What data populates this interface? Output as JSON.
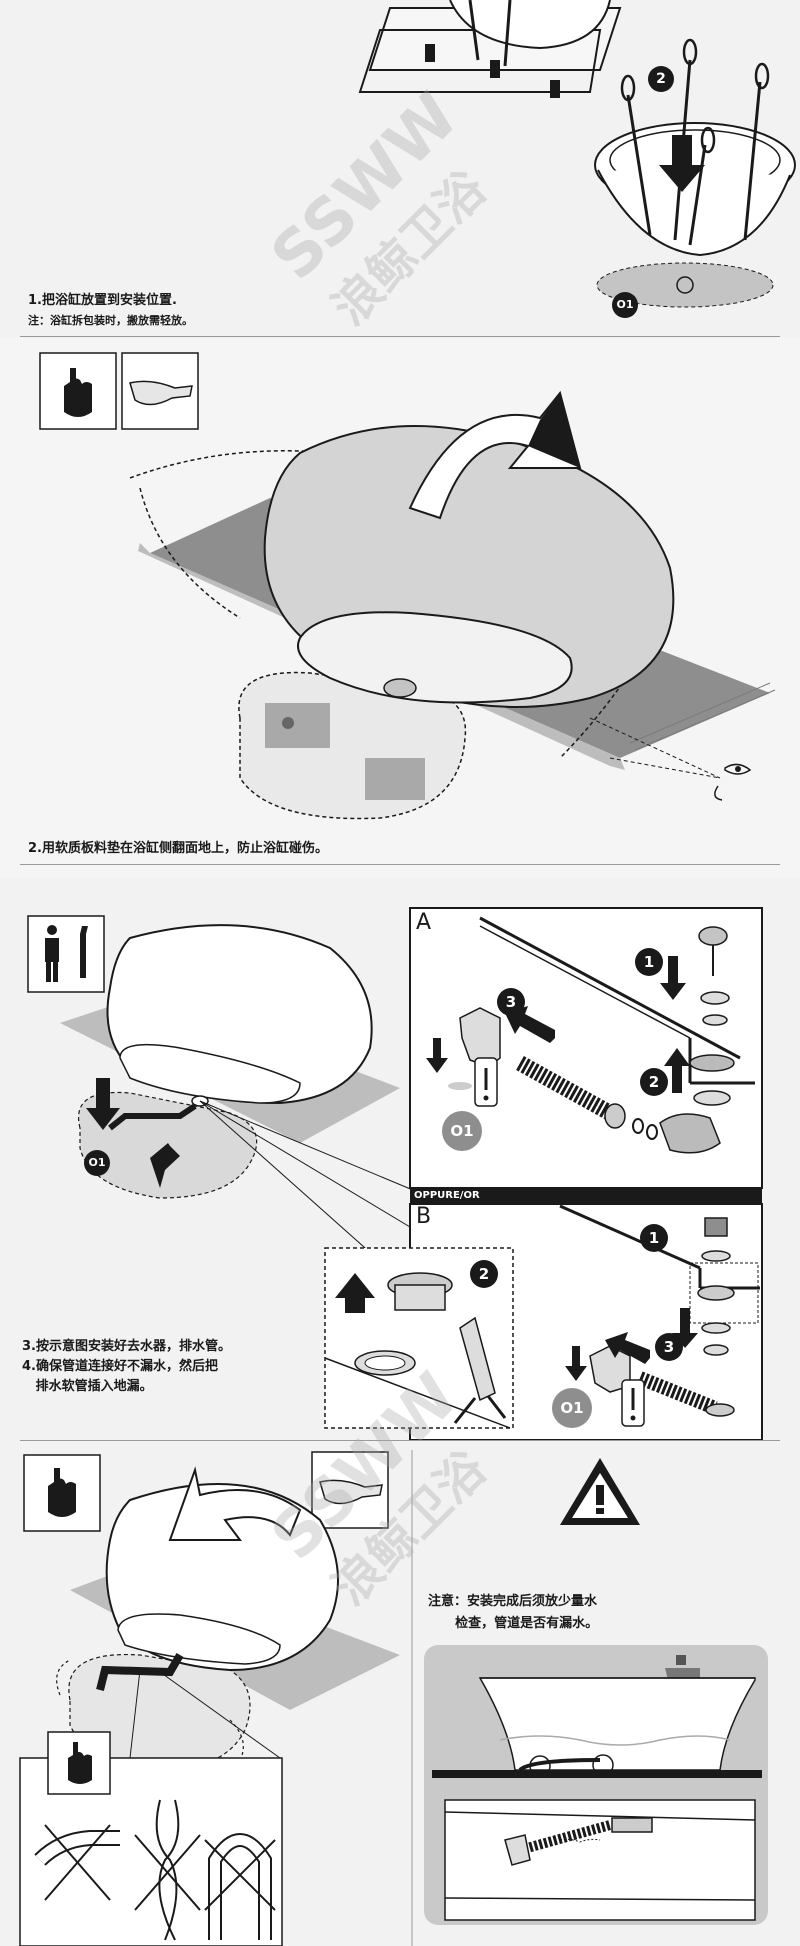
{
  "watermark": {
    "brand_latin": "SSWW",
    "brand_cn": "浪鲸卫浴"
  },
  "step1": {
    "caption": "1.把浴缸放置到安装位置.",
    "note": "注：浴缸拆包装时，搬放需轻放。",
    "badge_2": "2",
    "badge_o1": "O1"
  },
  "step2": {
    "caption": "2.用软质板料垫在浴缸侧翻面地上，防止浴缸碰伤。"
  },
  "step3": {
    "label_a": "A",
    "label_b": "B",
    "divider_label": "OPPURE/OR",
    "badge_1": "1",
    "badge_2": "2",
    "badge_3": "3",
    "badge_o1": "O1",
    "caption_line1": "3.按示意图安装好去水器，排水管。",
    "caption_line2": "4.确保管道连接好不漏水，然后把",
    "caption_line3": "   排水软管插入地漏。"
  },
  "step4": {
    "note_line1": "注意：安装完成后须放少量水",
    "note_line2": "      检查，管道是否有漏水。"
  },
  "colors": {
    "line": "#1a1a1a",
    "shadow": "#9b9b9b",
    "panel_bg": "#f2f2f2",
    "inset_bg": "#c9c9c9"
  }
}
